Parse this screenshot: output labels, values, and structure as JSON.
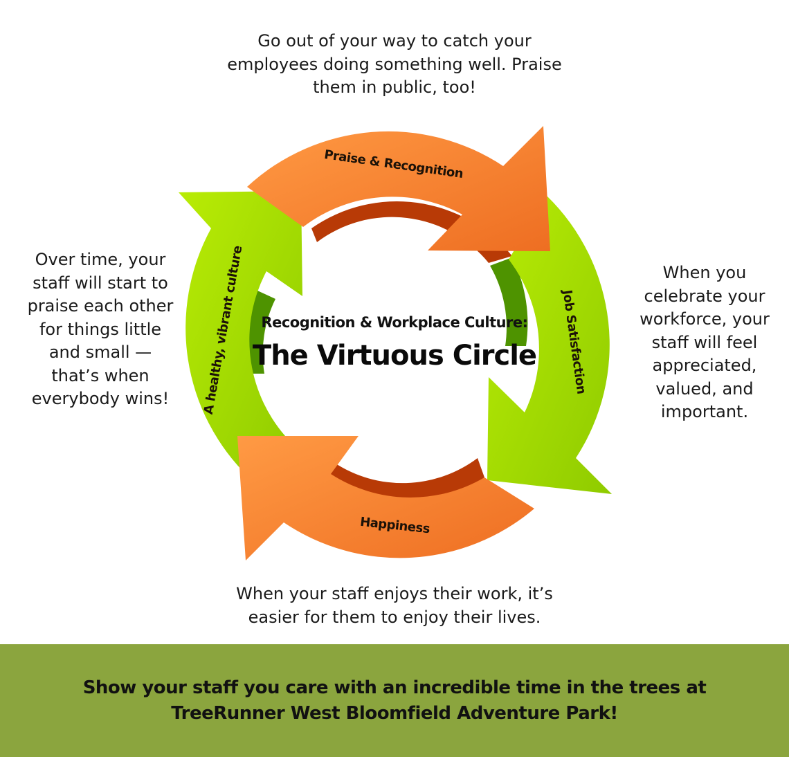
{
  "colors": {
    "orange": "#F7812B",
    "orange_dark": "#E46A20",
    "orange_inner": "#B83A06",
    "green": "#A6DC00",
    "green_dark": "#7FB300",
    "green_inner": "#4E9300",
    "banner": "#8BA53E"
  },
  "notes": {
    "top": "Go out of your way to catch your\nemployees doing something well. Praise\nthem in public, too!",
    "right": "When you\ncelebrate your\nworkforce, your\nstaff will feel\nappreciated,\nvalued, and\nimportant.",
    "bottom": "When your staff enjoys their work, it’s\neasier for them to enjoy their lives.",
    "left": "Over time, your\nstaff will start to\npraise each other\nfor things little\nand small —\nthat’s when\neverybody wins!"
  },
  "arrows": {
    "top": "Praise & Recognition",
    "right": "Job Satisfaction",
    "bottom": "Happiness",
    "left": "A healthy, vibrant culture"
  },
  "center": {
    "subtitle": "Recognition & Workplace Culture:",
    "title": "The Virtuous Circle"
  },
  "footer": {
    "text": "Show your staff you care with an incredible time in the trees at\nTreeRunner West Bloomfield Adventure Park!"
  }
}
